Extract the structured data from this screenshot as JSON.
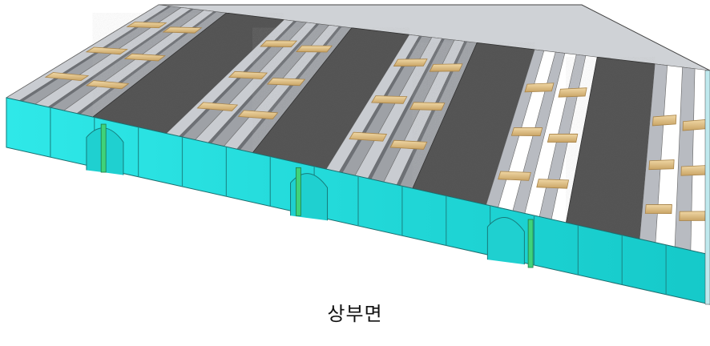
{
  "caption": "상부면",
  "colors": {
    "side_face": "#21e4e4",
    "side_face_dark": "#12b8b8",
    "panel_dark": "#565656",
    "panel_light": "#a8abb0",
    "rail": "#c9ccd1",
    "opening": "#ffffff",
    "tie_wood": "#e3c58d",
    "tie_wood_dark": "#a98448",
    "green_strip": "#3fd37a",
    "outline": "#3a3a3a"
  },
  "model": {
    "name": "deck-top-view",
    "panel_sequence": [
      "rails",
      "dark",
      "rails",
      "dark",
      "rails",
      "dark",
      "rails-open",
      "dark",
      "open"
    ],
    "tie_rows_per_rail_group": 3
  }
}
